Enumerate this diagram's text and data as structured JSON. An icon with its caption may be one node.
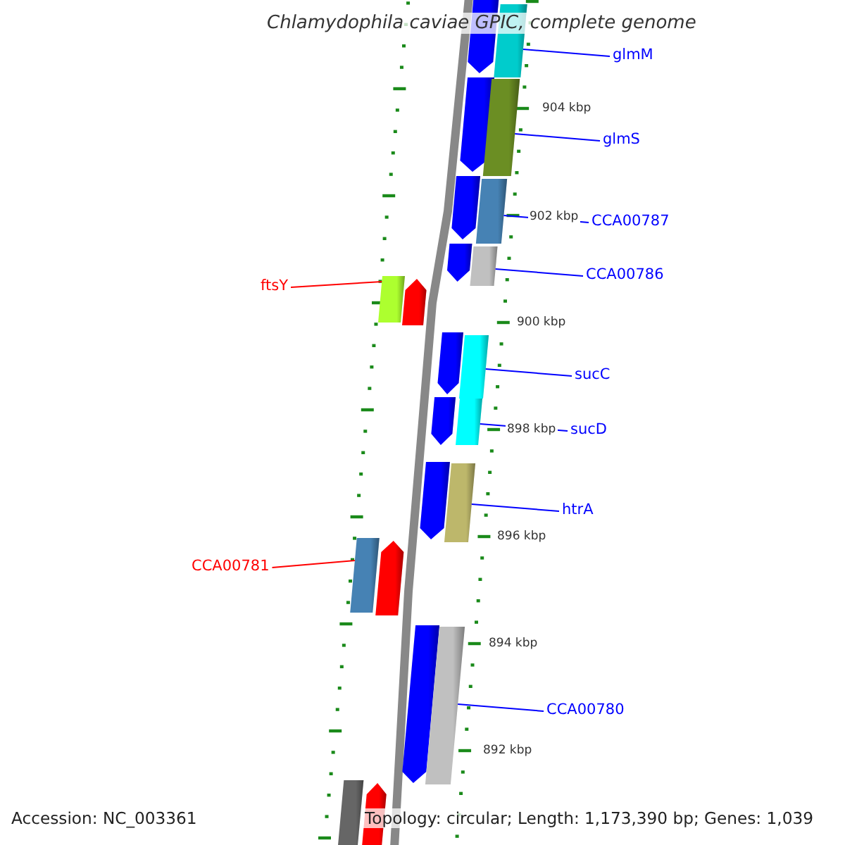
{
  "diagram": {
    "title": "Chlamydophila caviae GPIC, complete genome",
    "nodes": [
      {
        "text": [
          "glmM"
        ]
      },
      {
        "text": [],
        "shape": "pentagon"
      },
      {
        "text": [],
        "shape": "bar"
      },
      {
        "text": [
          "glmS"
        ]
      },
      {
        "text": [],
        "shape": "pentagon"
      },
      {
        "text": [],
        "shape": "bar"
      },
      {
        "text": [
          "CCA00787"
        ]
      },
      {
        "text": [],
        "shape": "pentagon"
      },
      {
        "text": [],
        "shape": "bar"
      },
      {
        "text": [
          "CCA00786"
        ]
      },
      {
        "text": [],
        "shape": "pentagon"
      },
      {
        "text": [],
        "shape": "bar"
      },
      {
        "text": [
          "ftsY"
        ]
      },
      {
        "text": [],
        "shape": "bar"
      },
      {
        "text": [],
        "shape": "pentagon"
      },
      {
        "text": [
          "sucC"
        ]
      },
      {
        "text": [],
        "shape": "pentagon"
      },
      {
        "text": [],
        "shape": "bar"
      },
      {
        "text": [
          "sucD"
        ]
      },
      {
        "text": [],
        "shape": "pentagon"
      },
      {
        "text": [],
        "shape": "bar"
      },
      {
        "text": [
          "htrA"
        ]
      },
      {
        "text": [],
        "shape": "pentagon"
      },
      {
        "text": [],
        "shape": "bar"
      },
      {
        "text": [
          "CCA00781"
        ]
      },
      {
        "text": [],
        "shape": "bar"
      },
      {
        "text": [],
        "shape": "pentagon"
      },
      {
        "text": [
          "CCA00780"
        ]
      },
      {
        "text": [],
        "shape": "pentagon"
      },
      {
        "text": [],
        "shape": "bar"
      },
      {
        "text": [],
        "shape": "bar"
      },
      {
        "text": [],
        "shape": "pentagon"
      }
    ],
    "edges": [
      {
        "from": 0,
        "to": 2,
        "arrow": "none"
      },
      {
        "from": 3,
        "to": 5,
        "arrow": "none"
      },
      {
        "from": 6,
        "to": 8,
        "arrow": "none"
      },
      {
        "from": 9,
        "to": 11,
        "arrow": "none"
      },
      {
        "from": 12,
        "to": 13,
        "arrow": "none",
        "color": "#ff0000"
      },
      {
        "from": 15,
        "to": 17,
        "arrow": "none"
      },
      {
        "from": 18,
        "to": 20,
        "arrow": "none"
      },
      {
        "from": 21,
        "to": 23,
        "arrow": "none"
      },
      {
        "from": 24,
        "to": 25,
        "arrow": "none",
        "color": "#ff0000"
      },
      {
        "from": 27,
        "to": 29,
        "arrow": "none"
      }
    ],
    "labels": [
      "904 kbp",
      "902 kbp",
      "900 kbp",
      "898 kbp",
      "896 kbp",
      "894 kbp",
      "892 kbp",
      "Accession: NC_003361",
      "Topology: circular; Length: 1,173,390 bp; Genes: 1,039"
    ]
  }
}
